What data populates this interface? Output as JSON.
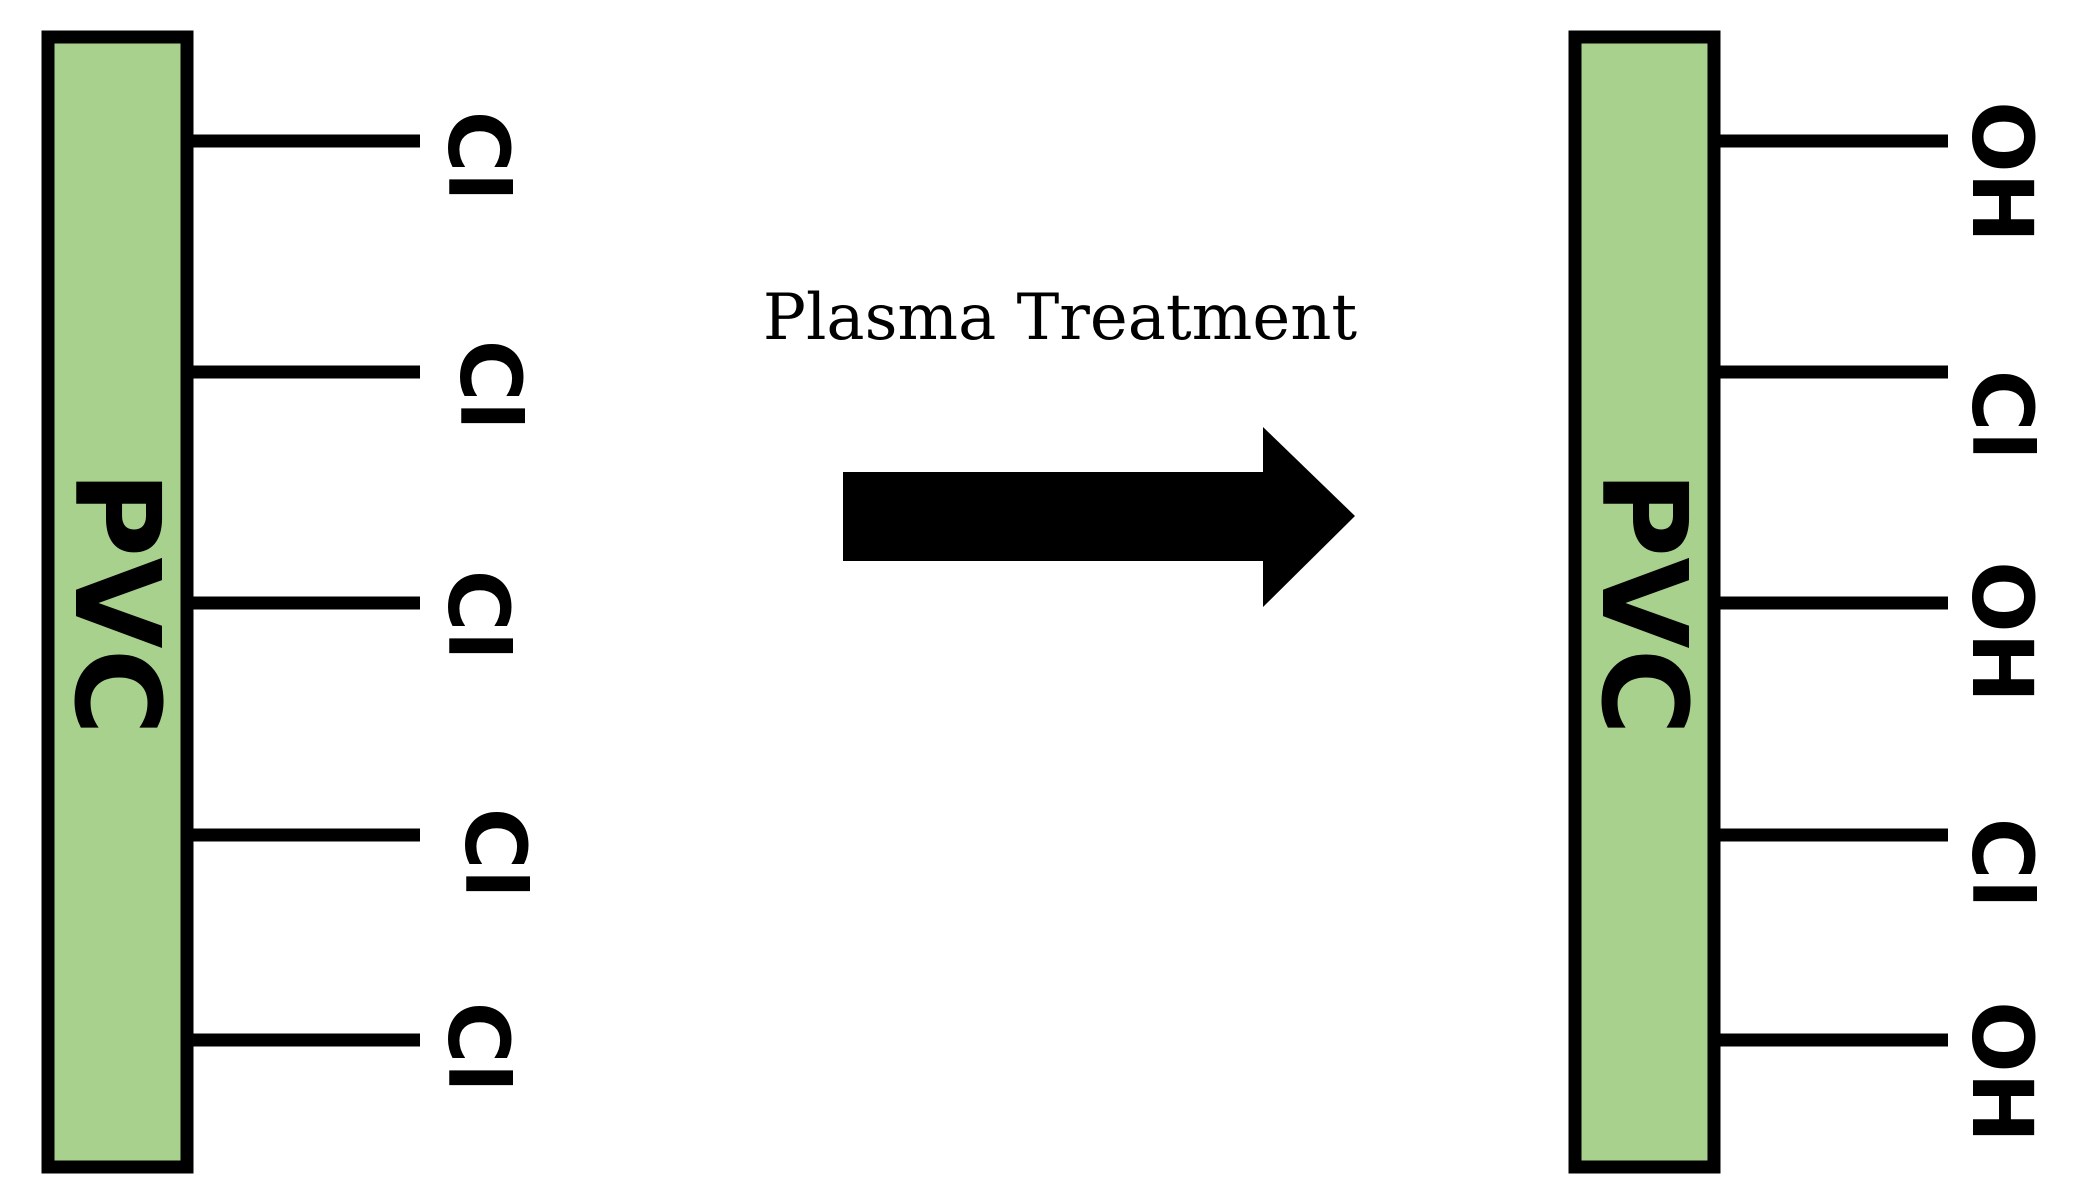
{
  "process_label": "Plasma Treatment",
  "colors": {
    "polymer_fill": "#a8d18d",
    "stroke": "#000000",
    "arrow": "#000000"
  },
  "before": {
    "polymer_label": "PVC",
    "groups": [
      "Cl",
      "Cl",
      "Cl",
      "Cl",
      "Cl"
    ]
  },
  "after": {
    "polymer_label": "PVC",
    "groups": [
      "OH",
      "Cl",
      "OH",
      "Cl",
      "OH"
    ]
  },
  "arrow_icon": "right-arrow-icon"
}
